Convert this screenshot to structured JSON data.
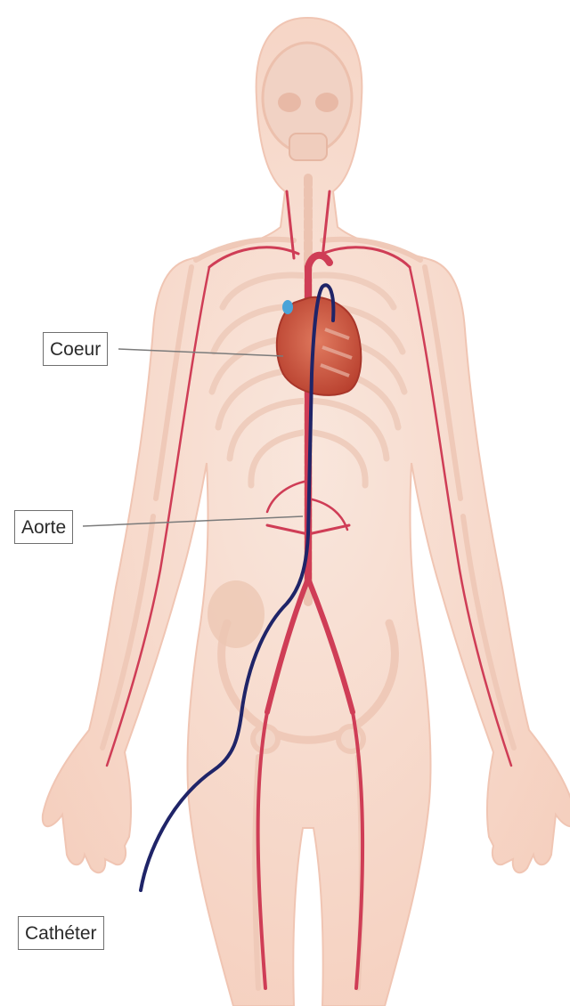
{
  "diagram": {
    "colors": {
      "skin": "#f7d9cc",
      "bone": "#f3d7ca",
      "artery": "#cf3d56",
      "heart": "#c8513f",
      "catheter": "#1f2468",
      "label_border": "#6f6f6f"
    },
    "labels": {
      "heart": "Coeur",
      "aorta": "Aorte",
      "catheter": "Cathéter"
    }
  }
}
